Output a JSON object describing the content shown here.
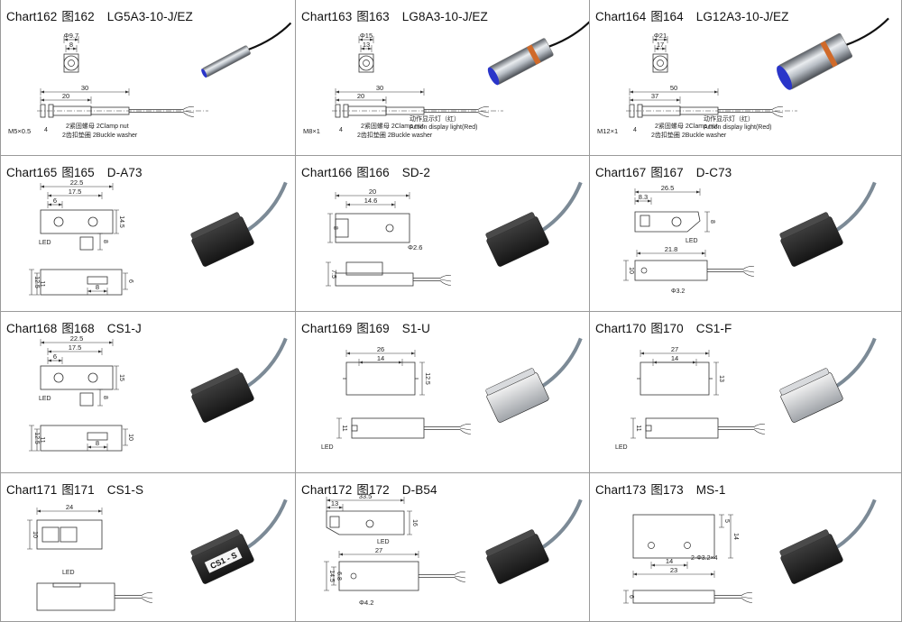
{
  "cells": [
    {
      "chart": "Chart162",
      "zh": "图162",
      "model": "LG5A3-10-J/EZ",
      "type": "cyl",
      "dims": {
        "dia": "Φ9.7",
        "hex": "8",
        "total": "30",
        "body": "20",
        "thread": "M5×0.5",
        "nut": "4"
      },
      "notes": [
        "2紧固螺母 2Clamp nut",
        "2齿扣垫圈 2Buckle washer"
      ]
    },
    {
      "chart": "Chart163",
      "zh": "图163",
      "model": "LG8A3-10-J/EZ",
      "type": "cyl",
      "dims": {
        "dia": "Φ15",
        "hex": "13",
        "total": "30",
        "body": "20",
        "thread": "M8×1",
        "nut": "4"
      },
      "notes": [
        "2紧固螺母 2Clamp nut",
        "2齿扣垫圈 2Buckle washer",
        "动作显示灯（红）",
        "Action display light(Red)"
      ]
    },
    {
      "chart": "Chart164",
      "zh": "图164",
      "model": "LG12A3-10-J/EZ",
      "type": "cyl",
      "dims": {
        "dia": "Φ21",
        "hex": "17",
        "total": "50",
        "body": "37",
        "thread": "M12×1",
        "nut": "4"
      },
      "notes": [
        "2紧固螺母 2Clamp nut",
        "2齿扣垫圈 2Buckle washer",
        "动作显示灯（红）",
        "Action display light(Red)"
      ]
    },
    {
      "chart": "Chart165",
      "zh": "图165",
      "model": "D-A73",
      "type": "dual",
      "dims": [
        "22.5",
        "17.5",
        "6",
        "14.5",
        "8",
        "12.5",
        "11",
        "8",
        "6"
      ],
      "led": "LED"
    },
    {
      "chart": "Chart166",
      "zh": "图166",
      "model": "SD-2",
      "type": "sd2",
      "dims": [
        "20",
        "14.6",
        "8",
        "Φ2.6",
        "7.5"
      ]
    },
    {
      "chart": "Chart167",
      "zh": "图167",
      "model": "D-C73",
      "type": "dc73",
      "dims": [
        "26.5",
        "8.3",
        "8",
        "21.8",
        "10",
        "Φ3.2"
      ],
      "led": "LED"
    },
    {
      "chart": "Chart168",
      "zh": "图168",
      "model": "CS1-J",
      "type": "dual",
      "dims": [
        "22.5",
        "17.5",
        "6",
        "15",
        "8",
        "12.5",
        "11",
        "8",
        "10"
      ],
      "led": "LED"
    },
    {
      "chart": "Chart169",
      "zh": "图169",
      "model": "S1-U",
      "type": "box",
      "dims": [
        "26",
        "14",
        "12.5",
        "11"
      ],
      "led": "LED"
    },
    {
      "chart": "Chart170",
      "zh": "图170",
      "model": "CS1-F",
      "type": "box",
      "dims": [
        "27",
        "14",
        "13",
        "11"
      ],
      "led": "LED"
    },
    {
      "chart": "Chart171",
      "zh": "图171",
      "model": "CS1-S",
      "type": "cs1s",
      "dims": [
        "24",
        "10"
      ],
      "led": "LED",
      "tag": "CS1 - S"
    },
    {
      "chart": "Chart172",
      "zh": "图172",
      "model": "D-B54",
      "type": "db54",
      "dims": [
        "33.5",
        "13",
        "16",
        "27",
        "14.5",
        "6.8",
        "Φ4.2"
      ],
      "led": "LED"
    },
    {
      "chart": "Chart173",
      "zh": "图173",
      "model": "MS-1",
      "type": "ms1",
      "dims": [
        "5",
        "14",
        "14",
        "23",
        "2-Φ3.2×4",
        "6"
      ]
    }
  ]
}
